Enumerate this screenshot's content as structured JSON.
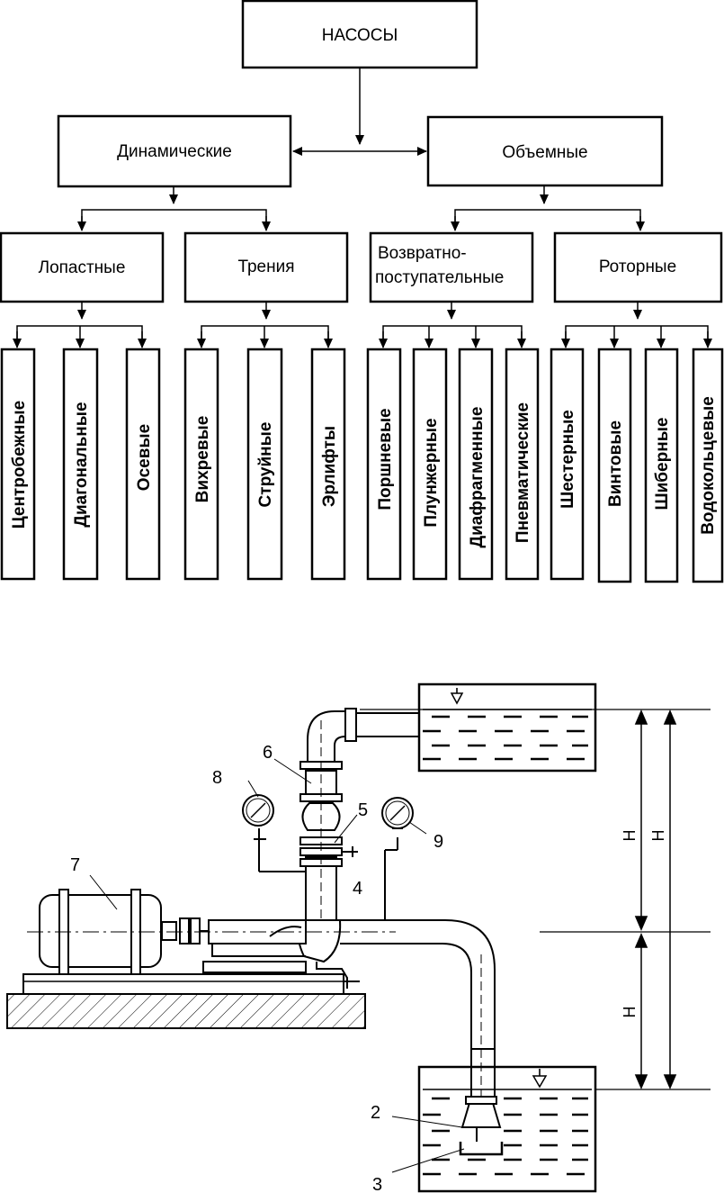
{
  "classification": {
    "root": "НАСОСЫ",
    "groups": [
      {
        "label": "Динамические",
        "subgroups": [
          {
            "label": "Лопастные",
            "types": [
              "Центробежные",
              "Диагональные",
              "Осевые"
            ]
          },
          {
            "label": "Трения",
            "types": [
              "Вихревые",
              "Струйные",
              "Эрлифты"
            ]
          }
        ]
      },
      {
        "label": "Объемные",
        "subgroups": [
          {
            "label_line1": "Возвратно-",
            "label_line2": "поступательные",
            "types": [
              "Поршневые",
              "Плунжерные",
              "Диафрагменные",
              "Пневматические"
            ]
          },
          {
            "label": "Роторные",
            "types": [
              "Шестерные",
              "Винтовые",
              "Шиберные",
              "Водокольцевые"
            ]
          }
        ]
      }
    ]
  },
  "installation": {
    "callouts": [
      "2",
      "3",
      "4",
      "5",
      "6",
      "7",
      "8",
      "9"
    ],
    "height_labels": [
      "Н",
      "Н",
      "Н"
    ],
    "water_level_symbol": "▽"
  }
}
